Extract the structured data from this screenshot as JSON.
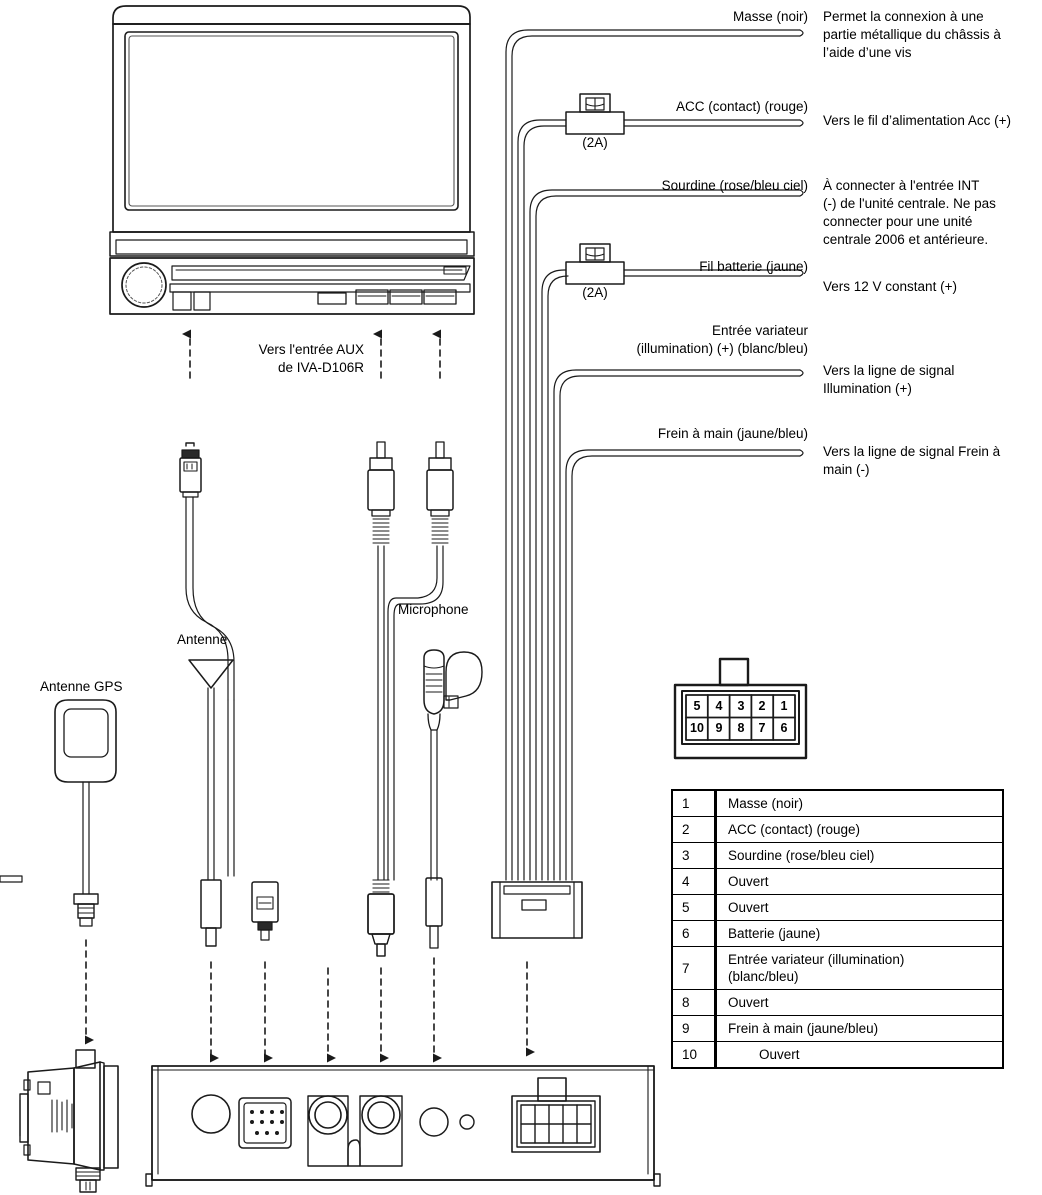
{
  "diagram": {
    "title": "Alpine IVA-D106R installation wiring diagram",
    "line_color": "#1a1a1a",
    "text_color": "#000000",
    "background": "#ffffff"
  },
  "device_labels": {
    "gps_antenna": "Antenne GPS",
    "antenna": "Antenne",
    "microphone": "Microphone",
    "aux_input": "Vers l'entrée AUX\nde IVA-D106R"
  },
  "fuses": {
    "acc_rating": "(2A)",
    "battery_rating": "(2A)"
  },
  "wires": [
    {
      "id": "masse",
      "name": "Masse (noir)",
      "description": "Permet la connexion à une\npartie métallique du châssis à\nl’aide d’une vis"
    },
    {
      "id": "acc",
      "name": "ACC (contact) (rouge)",
      "description": "Vers le fil d’alimentation Acc (+)",
      "fuse": "(2A)"
    },
    {
      "id": "sourdine",
      "name": "Sourdine (rose/bleu ciel)",
      "description": "À connecter à l'entrée INT\n(-) de l'unité centrale. Ne pas\nconnecter pour une unité\ncentrale 2006 et antérieure."
    },
    {
      "id": "batterie",
      "name": "Fil batterie (jaune)",
      "description": "Vers 12 V constant (+)",
      "fuse": "(2A)"
    },
    {
      "id": "variateur",
      "name": "Entrée variateur\n(illumination) (+) (blanc/bleu)",
      "description": "Vers la ligne de signal\nIllumination (+)"
    },
    {
      "id": "frein",
      "name": "Frein à main (jaune/bleu)",
      "description": "Vers la ligne de signal Frein à\nmain (-)"
    }
  ],
  "connector": {
    "top_row": [
      "5",
      "4",
      "3",
      "2",
      "1"
    ],
    "bottom_row": [
      "10",
      "9",
      "8",
      "7",
      "6"
    ]
  },
  "pin_table": {
    "rows": [
      {
        "pin": "1",
        "desc": "Masse (noir)"
      },
      {
        "pin": "2",
        "desc": "ACC (contact) (rouge)"
      },
      {
        "pin": "3",
        "desc": "Sourdine (rose/bleu ciel)"
      },
      {
        "pin": "4",
        "desc": "Ouvert"
      },
      {
        "pin": "5",
        "desc": "Ouvert"
      },
      {
        "pin": "6",
        "desc": "Batterie (jaune)"
      },
      {
        "pin": "7",
        "desc": "Entrée variateur (illumination)\n(blanc/bleu)"
      },
      {
        "pin": "8",
        "desc": "Ouvert"
      },
      {
        "pin": "9",
        "desc": "Frein à main (jaune/bleu)"
      },
      {
        "pin": "10",
        "desc": "Ouvert"
      }
    ]
  }
}
